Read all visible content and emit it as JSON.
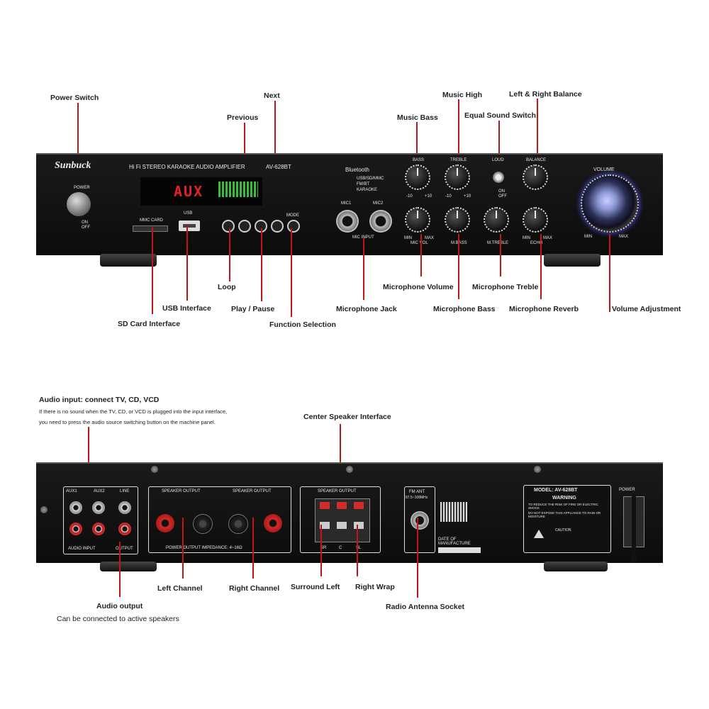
{
  "front_panel": {
    "brand": "Sunbuck",
    "title": "Hi Fi STEREO KARAOKE AUDIO AMPLIFIER",
    "model": "AV-628BT",
    "power": "POWER",
    "on": "ON",
    "off": "OFF",
    "display": "AUX",
    "sd_label": "MMC CARD",
    "usb_label": "USB",
    "mode_label": "MODE",
    "bluetooth": "Bluetooth",
    "sources": [
      "USB/SD/MMC",
      "FM/BT",
      "KARAOKE"
    ],
    "mic1": "MIC1",
    "mic2": "MIC2",
    "mic_input": "MIC INPUT",
    "bass": "BASS",
    "treble": "TREBLE",
    "loud": "LOUD",
    "balance": "BALANCE",
    "volume": "VOLUME",
    "min": "MIN",
    "max": "MAX",
    "mic_vol": "MIC VOL",
    "m_bass": "M.BASS",
    "m_treble": "M.TREBLE",
    "echo": "ECHO",
    "minus10": "-10",
    "plus10": "+10"
  },
  "front_callouts": {
    "power_switch": "Power Switch",
    "next": "Next",
    "previous": "Previous",
    "music_high": "Music High",
    "left_right_balance": "Left & Right Balance",
    "music_bass": "Music Bass",
    "equal_sound_switch": "Equal Sound Switch",
    "loop": "Loop",
    "usb_interface": "USB Interface",
    "play_pause": "Play / Pause",
    "sd_card_interface": "SD Card Interface",
    "function_selection": "Function Selection",
    "microphone_volume": "Microphone Volume",
    "microphone_treble": "Microphone Treble",
    "microphone_jack": "Microphone Jack",
    "microphone_bass": "Microphone Bass",
    "microphone_reverb": "Microphone Reverb",
    "volume_adjustment": "Volume Adjustment"
  },
  "rear_panel": {
    "aux1": "AUX1",
    "aux2": "AUX2",
    "line": "LINE",
    "audio_input": "AUDIO INPUT",
    "output": "OUTPUT",
    "speaker_output": "SPEAKER OUTPUT",
    "impedance": "POWER OUTPUT IMPEDANCE: 4~16Ω",
    "sr": "SR",
    "c": "C",
    "sl": "SL",
    "fm_ant": "FM ANT",
    "fm_range": "87.5~108MHz",
    "date_of_manufacture": "DATE OF MANUFACTURE",
    "model_label": "MODEL: AV-628BT",
    "warning": "WARNING",
    "warning_text1": "TO REDUCE THE RISK OF FIRE OR ELECTRIC SHOCK",
    "warning_text2": "DO NOT EXPOSE THIS APPLIANCE TO RAIN OR MOISTURE",
    "caution": "CAUTION",
    "power": "POWER"
  },
  "rear_callouts": {
    "audio_input_title": "Audio input: connect TV, CD, VCD",
    "audio_input_note1": "If there is no sound when the TV, CD, or VCD is plugged into the input interface,",
    "audio_input_note2": "you need to press the audio source switching button on the machine panel.",
    "center_speaker_interface": "Center Speaker Interface",
    "left_channel": "Left Channel",
    "right_channel": "Right Channel",
    "surround_left": "Surround Left",
    "right_wrap": "Right Wrap",
    "audio_output": "Audio output",
    "audio_output_note": "Can be connected to active speakers",
    "radio_antenna_socket": "Radio Antenna Socket"
  }
}
